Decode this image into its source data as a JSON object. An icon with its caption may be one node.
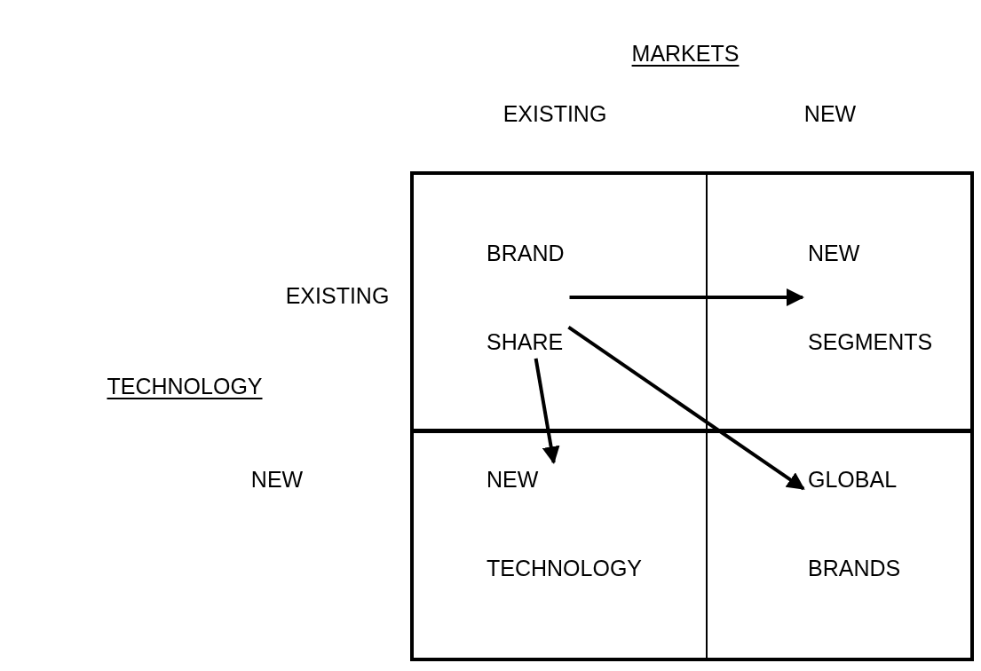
{
  "diagram": {
    "nodes": [
      {
        "text": [
          "BRAND SHARE"
        ]
      },
      {
        "text": [
          "NEW SEGMENTS"
        ]
      },
      {
        "text": [
          "NEW TECHNOLOGY"
        ]
      },
      {
        "text": [
          "GLOBAL BRANDS"
        ]
      }
    ],
    "edges": [
      {
        "from": 0,
        "to": 1,
        "arrow": "to"
      },
      {
        "from": 0,
        "to": 2,
        "arrow": "to"
      },
      {
        "from": 0,
        "to": 3,
        "arrow": "to"
      }
    ],
    "labels": [
      "MARKETS",
      "EXISTING",
      "NEW",
      "EXISTING",
      "TECHNOLOGY",
      "NEW"
    ]
  }
}
